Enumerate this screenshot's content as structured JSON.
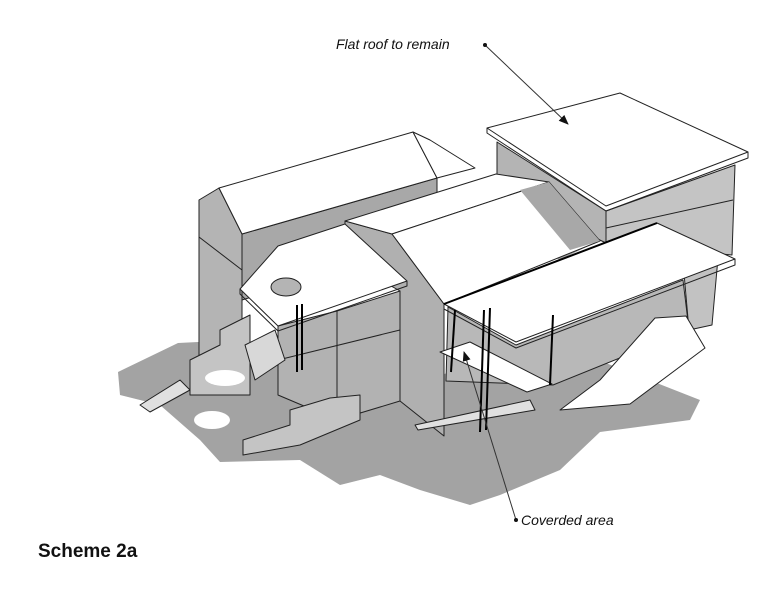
{
  "annotations": {
    "flat_roof": "Flat roof to remain",
    "covered_area": "Coverded area"
  },
  "title": "Scheme 2a",
  "colors": {
    "shadow": "#a3a3a3",
    "wall": "#b4b4b4",
    "wall_light": "#c8c8c8",
    "roof": "#ffffff",
    "line": "#222222"
  }
}
